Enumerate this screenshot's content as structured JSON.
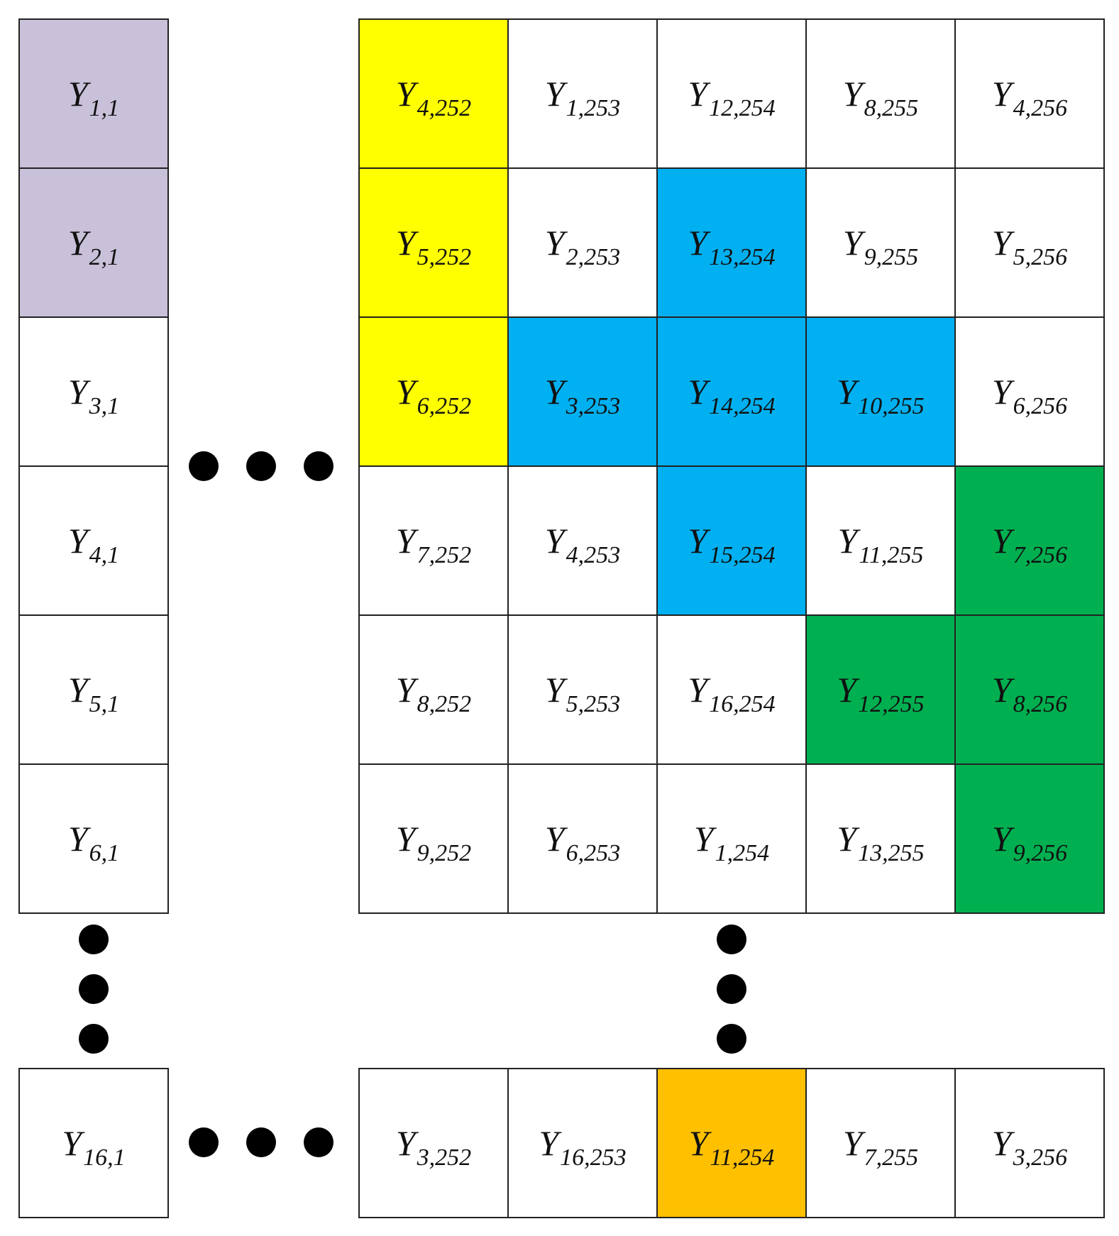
{
  "colors": {
    "purple": "#c9c0d9",
    "yellow": "#ffff00",
    "blue": "#00b0f0",
    "green": "#00b050",
    "orange": "#ffc000",
    "white": "#ffffff"
  },
  "left_column": [
    {
      "sym": "Y",
      "sub": "1,1",
      "color": "purple"
    },
    {
      "sym": "Y",
      "sub": "2,1",
      "color": "purple"
    },
    {
      "sym": "Y",
      "sub": "3,1",
      "color": "white"
    },
    {
      "sym": "Y",
      "sub": "4,1",
      "color": "white"
    },
    {
      "sym": "Y",
      "sub": "5,1",
      "color": "white"
    },
    {
      "sym": "Y",
      "sub": "6,1",
      "color": "white"
    }
  ],
  "left_bottom": [
    {
      "sym": "Y",
      "sub": "16,1",
      "color": "white"
    }
  ],
  "right_grid": [
    [
      {
        "sym": "Y",
        "sub": "4,252",
        "color": "yellow"
      },
      {
        "sym": "Y",
        "sub": "1,253",
        "color": "white"
      },
      {
        "sym": "Y",
        "sub": "12,254",
        "color": "white"
      },
      {
        "sym": "Y",
        "sub": "8,255",
        "color": "white"
      },
      {
        "sym": "Y",
        "sub": "4,256",
        "color": "white"
      }
    ],
    [
      {
        "sym": "Y",
        "sub": "5,252",
        "color": "yellow"
      },
      {
        "sym": "Y",
        "sub": "2,253",
        "color": "white"
      },
      {
        "sym": "Y",
        "sub": "13,254",
        "color": "blue"
      },
      {
        "sym": "Y",
        "sub": "9,255",
        "color": "white"
      },
      {
        "sym": "Y",
        "sub": "5,256",
        "color": "white"
      }
    ],
    [
      {
        "sym": "Y",
        "sub": "6,252",
        "color": "yellow"
      },
      {
        "sym": "Y",
        "sub": "3,253",
        "color": "blue"
      },
      {
        "sym": "Y",
        "sub": "14,254",
        "color": "blue"
      },
      {
        "sym": "Y",
        "sub": "10,255",
        "color": "blue"
      },
      {
        "sym": "Y",
        "sub": "6,256",
        "color": "white"
      }
    ],
    [
      {
        "sym": "Y",
        "sub": "7,252",
        "color": "white"
      },
      {
        "sym": "Y",
        "sub": "4,253",
        "color": "white"
      },
      {
        "sym": "Y",
        "sub": "15,254",
        "color": "blue"
      },
      {
        "sym": "Y",
        "sub": "11,255",
        "color": "white"
      },
      {
        "sym": "Y",
        "sub": "7,256",
        "color": "green"
      }
    ],
    [
      {
        "sym": "Y",
        "sub": "8,252",
        "color": "white"
      },
      {
        "sym": "Y",
        "sub": "5,253",
        "color": "white"
      },
      {
        "sym": "Y",
        "sub": "16,254",
        "color": "white"
      },
      {
        "sym": "Y",
        "sub": "12,255",
        "color": "green"
      },
      {
        "sym": "Y",
        "sub": "8,256",
        "color": "green"
      }
    ],
    [
      {
        "sym": "Y",
        "sub": "9,252",
        "color": "white"
      },
      {
        "sym": "Y",
        "sub": "6,253",
        "color": "white"
      },
      {
        "sym": "Y",
        "sub": "1,254",
        "color": "white"
      },
      {
        "sym": "Y",
        "sub": "13,255",
        "color": "white"
      },
      {
        "sym": "Y",
        "sub": "9,256",
        "color": "green"
      }
    ]
  ],
  "right_bottom": [
    {
      "sym": "Y",
      "sub": "3,252",
      "color": "white"
    },
    {
      "sym": "Y",
      "sub": "16,253",
      "color": "white"
    },
    {
      "sym": "Y",
      "sub": "11,254",
      "color": "orange"
    },
    {
      "sym": "Y",
      "sub": "7,255",
      "color": "white"
    },
    {
      "sym": "Y",
      "sub": "3,256",
      "color": "white"
    }
  ]
}
